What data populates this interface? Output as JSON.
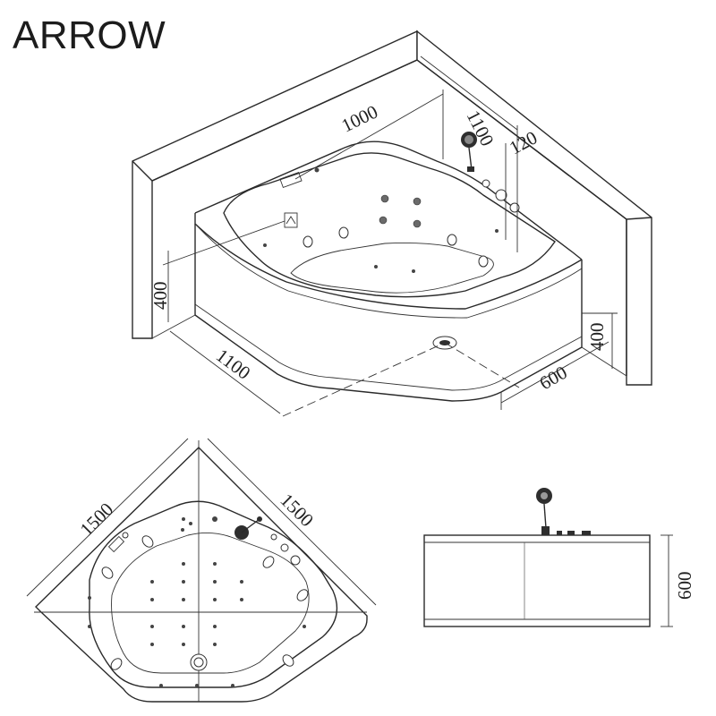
{
  "brand": "ARROW",
  "iso_view": {
    "dim_wall_len_right": "1100",
    "dim_inner_len": "1000",
    "dim_wall_thickness": "120",
    "dim_height_left": "400",
    "dim_height_right": "400",
    "dim_front_len": "1100",
    "dim_front_short": "600"
  },
  "top_view": {
    "dim_left_side": "1500",
    "dim_right_side": "1500"
  },
  "side_view": {
    "dim_height": "600"
  }
}
